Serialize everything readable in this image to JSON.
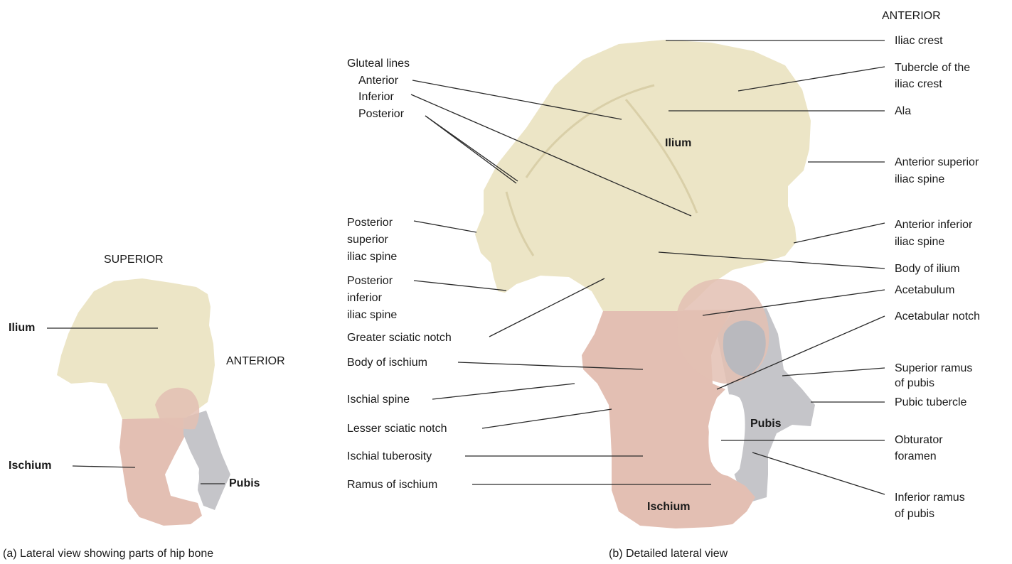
{
  "colors": {
    "ilium": "#ece5c6",
    "ischium": "#e3bfb3",
    "pubis": "#c5c5c9",
    "leader": "#2a2a2a"
  },
  "panel_a": {
    "orientation_superior": "SUPERIOR",
    "orientation_anterior": "ANTERIOR",
    "labels": {
      "ilium": "Ilium",
      "ischium": "Ischium",
      "pubis": "Pubis"
    },
    "caption": "(a) Lateral view showing  parts of hip bone"
  },
  "panel_b": {
    "orientation_anterior": "ANTERIOR",
    "region_labels": {
      "ilium": "Ilium",
      "pubis": "Pubis",
      "ischium": "Ischium"
    },
    "left_labels": {
      "gluteal_lines": "Gluteal lines",
      "gluteal_anterior": "Anterior",
      "gluteal_inferior": "Inferior",
      "gluteal_posterior": "Posterior",
      "psis_1": "Posterior",
      "psis_2": "superior",
      "psis_3": "iliac spine",
      "piis_1": "Posterior",
      "piis_2": "inferior",
      "piis_3": "iliac spine",
      "greater_sciatic_notch": "Greater sciatic notch",
      "body_of_ischium": "Body of ischium",
      "ischial_spine": "Ischial spine",
      "lesser_sciatic_notch": "Lesser sciatic notch",
      "ischial_tuberosity": "Ischial tuberosity",
      "ramus_of_ischium": "Ramus of ischium"
    },
    "right_labels": {
      "iliac_crest": "Iliac crest",
      "tubercle_1": "Tubercle of the",
      "tubercle_2": "iliac crest",
      "ala": "Ala",
      "asis_1": "Anterior superior",
      "asis_2": "iliac spine",
      "aiis_1": "Anterior inferior",
      "aiis_2": "iliac spine",
      "body_of_ilium": "Body of ilium",
      "acetabulum": "Acetabulum",
      "acetabular_notch": "Acetabular notch",
      "sup_ramus_1": "Superior ramus",
      "sup_ramus_2": "of pubis",
      "pubic_tubercle": "Pubic tubercle",
      "obturator_1": "Obturator",
      "obturator_2": "foramen",
      "inf_ramus_1": "Inferior ramus",
      "inf_ramus_2": "of pubis"
    },
    "caption": "(b) Detailed lateral view"
  }
}
